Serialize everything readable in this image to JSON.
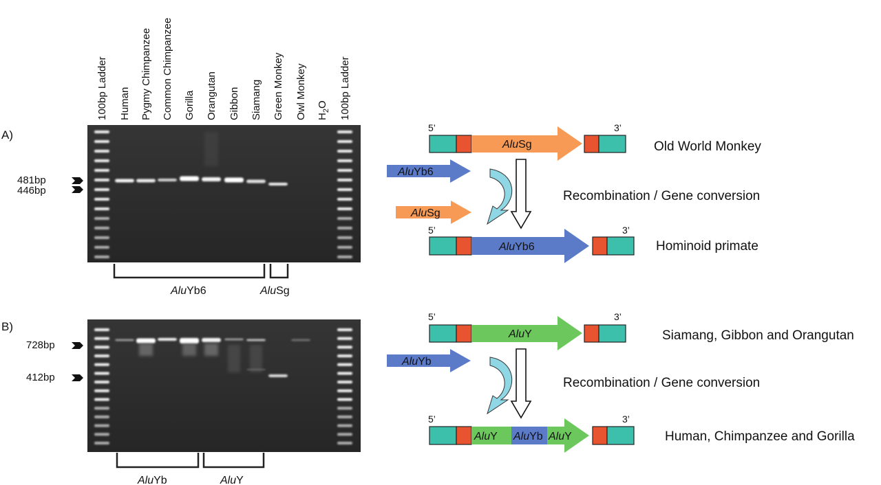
{
  "lanes": [
    "100bp Ladder",
    "Human",
    "Pygmy Chimpanzee",
    "Common Chimpanzee",
    "Gorilla",
    "Orangutan",
    "Gibbon",
    "Siamang",
    "Green Monkey",
    "Owl Monkey",
    "H2O",
    "100bp Ladder"
  ],
  "panel_a": {
    "label": "A)",
    "markers": [
      {
        "text": "481bp"
      },
      {
        "text": "446bp"
      }
    ],
    "groups": [
      {
        "prefix": "Alu",
        "suffix": "Yb6"
      },
      {
        "prefix": "Alu",
        "suffix": "Sg"
      }
    ],
    "diagram": {
      "five_prime": "5’",
      "three_prime": "3’",
      "top_element": {
        "prefix": "Alu",
        "suffix": "Sg",
        "color": "#f79a55"
      },
      "top_label": "Old World Monkey",
      "donor": {
        "prefix": "Alu",
        "suffix": "Yb6",
        "color": "#5b7bc9"
      },
      "acceptor": {
        "prefix": "Alu",
        "suffix": "Sg",
        "color": "#f79a55"
      },
      "process": "Recombination / Gene conversion",
      "bottom_element": {
        "prefix": "Alu",
        "suffix": "Yb6",
        "color": "#5b7bc9"
      },
      "bottom_label": "Hominoid primate"
    }
  },
  "panel_b": {
    "label": "B)",
    "markers": [
      {
        "text": "728bp"
      },
      {
        "text": "412bp"
      }
    ],
    "groups": [
      {
        "prefix": "Alu",
        "suffix": "Yb"
      },
      {
        "prefix": "Alu",
        "suffix": "Y"
      }
    ],
    "diagram": {
      "five_prime": "5’",
      "three_prime": "3’",
      "top_element": {
        "prefix": "Alu",
        "suffix": "Y",
        "color": "#6cc85c"
      },
      "top_label": "Siamang, Gibbon and Orangutan",
      "donor": {
        "prefix": "Alu",
        "suffix": "Yb",
        "color": "#5b7bc9"
      },
      "process": "Recombination / Gene conversion",
      "bottom_segments": [
        {
          "prefix": "Alu",
          "suffix": "Y"
        },
        {
          "prefix": "Alu",
          "suffix": "Yb"
        },
        {
          "prefix": "Alu",
          "suffix": "Y"
        }
      ],
      "bottom_label": "Human, Chimpanzee and Gorilla"
    }
  },
  "colors": {
    "flank_teal": "#3cc0ac",
    "flank_red": "#e8542f",
    "gel_background": "#2c2c2c",
    "curved_arrow": "#8fd7e4"
  }
}
